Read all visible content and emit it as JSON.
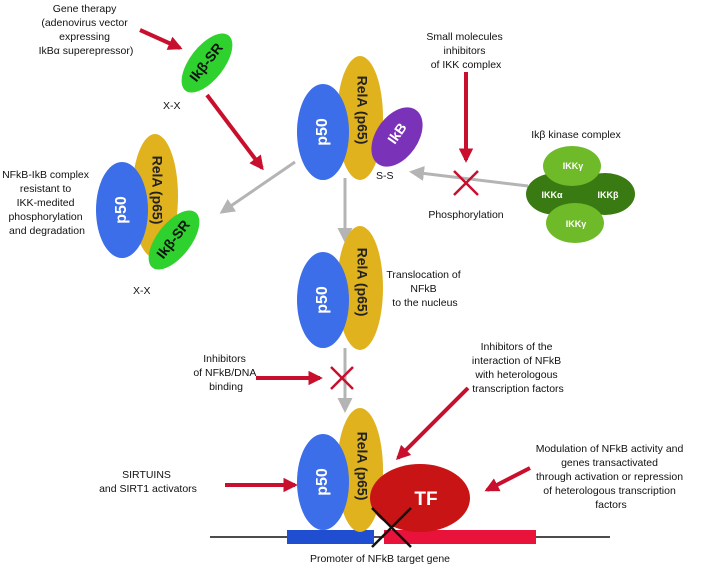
{
  "labels": {
    "gene_therapy": [
      "Gene therapy",
      "(adenovirus vector",
      "expressing",
      "IkBα superepressor)"
    ],
    "small_molecules": [
      "Small molecules",
      "inhibitors",
      "of IKK complex"
    ],
    "ikb_kinase_complex": "Ikβ kinase complex",
    "phosphorylation": "Phosphorylation",
    "resistant_complex": [
      "NFkB-IkB complex",
      "resistant to",
      "IKK-medited",
      "phosphorylation",
      "and degradation"
    ],
    "translocation": [
      "Translocation of",
      "NFkB",
      "to the nucleus"
    ],
    "inhibitors_dna": [
      "Inhibitors",
      "of NFkB/DNA",
      "binding"
    ],
    "inhibitors_interaction": [
      "Inhibitors of the",
      "interaction of NFkB",
      "with heterologous",
      "transcription factors"
    ],
    "modulation": [
      "Modulation of NFkB activity and",
      "genes transactivated",
      "through activation or repression",
      "of heterologous transcription",
      "factors"
    ],
    "sirtuins": [
      "SIRTUINS",
      "and SIRT1 activators"
    ],
    "promoter": "Promoter of NFkB target gene"
  },
  "molecules": {
    "p50": "p50",
    "rela": "RelA (p65)",
    "ikb": "IkB",
    "ikb_sr": "Ikβ-SR",
    "tf": "TF",
    "ikk_gamma": "IKKγ",
    "ikk_alpha": "IKKα",
    "ikk_beta": "IKKβ",
    "xx": "X-X",
    "ss": "S-S"
  },
  "colors": {
    "p50": "#3b6ee8",
    "rela": "#e0b21e",
    "ikb": "#7a32b8",
    "ikb_sr": "#2fd12f",
    "tf": "#c81414",
    "ikk_light": "#6fba28",
    "ikk_dark": "#3a7a12",
    "arrow_red": "#c8102e",
    "arrow_gray": "#b4b4b4",
    "promoter_blue": "#1f4fd0",
    "promoter_red": "#e8123a"
  }
}
